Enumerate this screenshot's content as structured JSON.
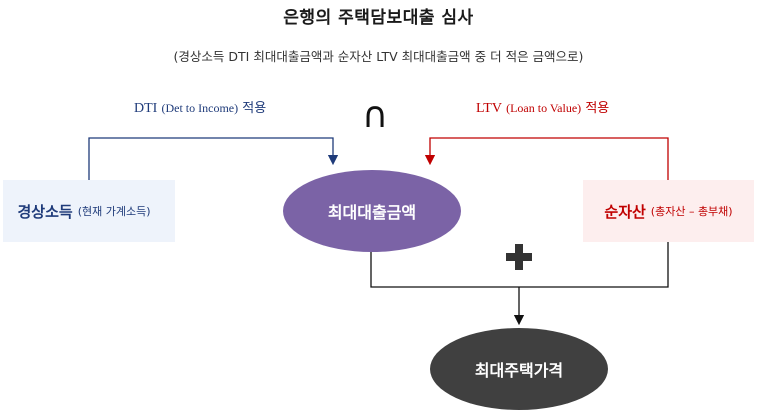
{
  "diagram": {
    "title": "은행의 주택담보대출 심사",
    "subtitle": "(경상소득 DTI 최대대출금액과 순자산 LTV 최대대출금액 중 더 적은 금액으로)",
    "dti_label": {
      "abbr": "DTI",
      "full": "(Det to Income)",
      "suffix": "적용"
    },
    "ltv_label": {
      "abbr": "LTV",
      "full": "(Loan to Value)",
      "suffix": "적용"
    },
    "intersection_symbol": "∩",
    "plus_symbol": "+",
    "income_box": {
      "main": "경상소득",
      "sub": "(현재 가계소득)"
    },
    "asset_box": {
      "main": "순자산",
      "sub": "(총자산 – 총부채)"
    },
    "loan_node": "최대대출금액",
    "house_node": "최대주택가격",
    "colors": {
      "dti": "#1f3b7a",
      "ltv": "#c00000",
      "loan_node": "#7b63a6",
      "house_node": "#404040",
      "connector": "#111111"
    }
  }
}
